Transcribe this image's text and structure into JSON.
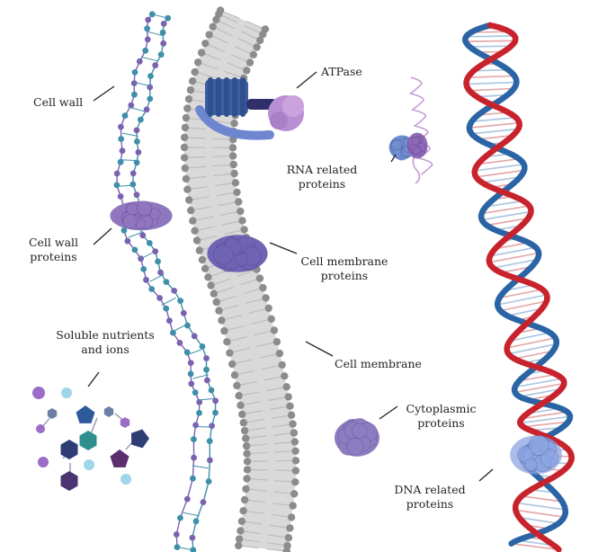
{
  "labels": {
    "cell_wall": "Cell wall",
    "cell_wall_proteins": [
      "Cell wall",
      "proteins"
    ],
    "soluble": [
      "Soluble nutrients",
      "and ions"
    ],
    "atpase": "ATPase",
    "rna": [
      "RNA related",
      "proteins"
    ],
    "membrane_proteins": [
      "Cell membrane",
      "proteins"
    ],
    "cell_membrane": "Cell membrane",
    "cytoplasmic": [
      "Cytoplasmic",
      "proteins"
    ],
    "dna": [
      "DNA related",
      "proteins"
    ]
  },
  "colors": {
    "wall_teal": "#3f8fa8",
    "wall_purple": "#7b62b0",
    "membrane_head": "#8c8c8c",
    "membrane_band": "#d9d9d9",
    "protein_purple": "#8a77bf",
    "atpase_blue": "#3c5fa3",
    "atpase_purple": "#b98fd3",
    "dna_red": "#c8232c",
    "dna_blue": "#2a64a4",
    "rna_pink": "#c79ad6",
    "nutrient_navy": "#2f3d75",
    "nutrient_teal": "#2f8f8f",
    "nutrient_purple": "#9b6cc8",
    "nutrient_cyan": "#9fd6ea"
  },
  "icons": [
    "cell-wall-chain",
    "lipid-bilayer",
    "atpase-complex",
    "rna-strand",
    "dna-double-helix",
    "protein-blob",
    "nutrient-shapes"
  ]
}
